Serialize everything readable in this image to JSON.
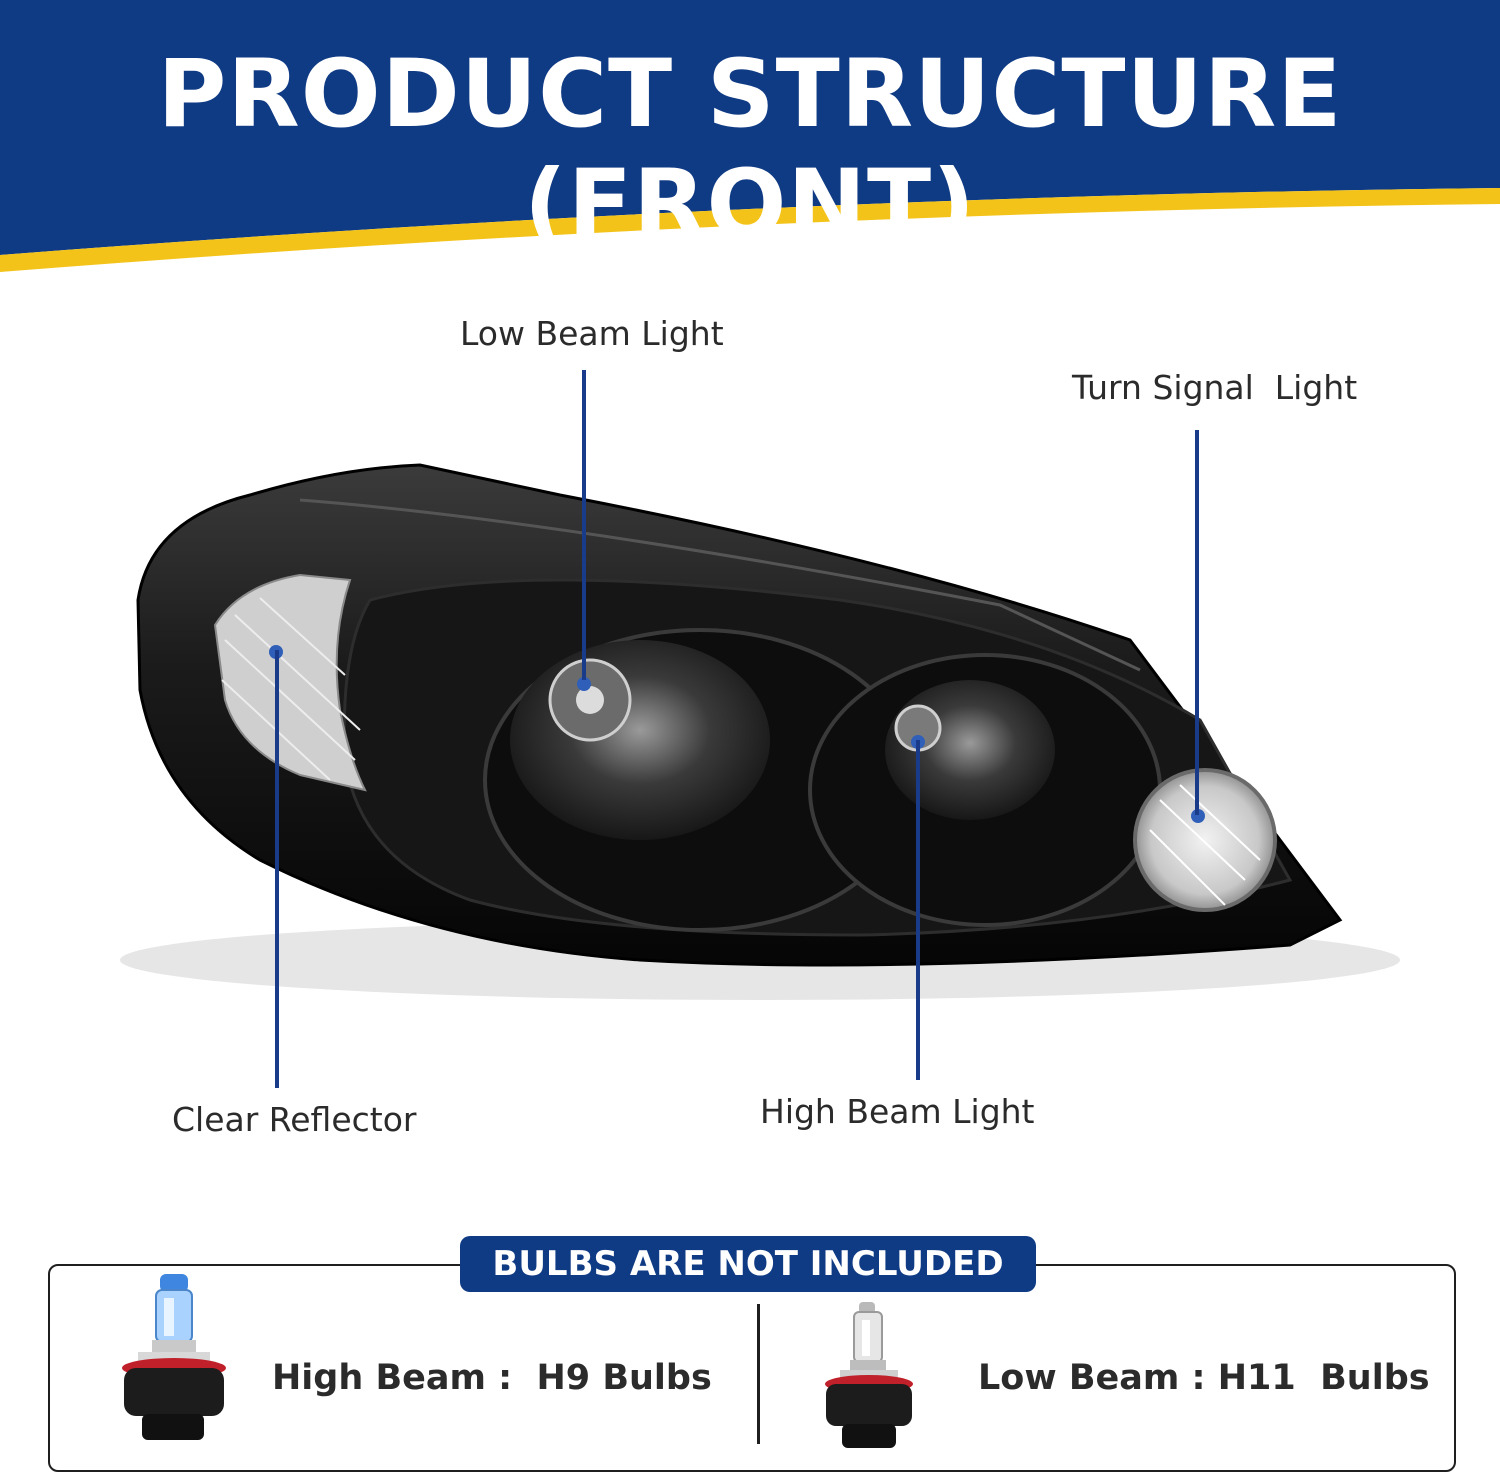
{
  "header": {
    "title": "PRODUCT STRUCTURE (FRONT)",
    "colors": {
      "navy": "#0f3a84",
      "gold": "#f3c319"
    }
  },
  "callouts": {
    "low_beam": "Low Beam Light",
    "turn_signal": "Turn Signal  Light",
    "clear_reflector": "Clear Reflector",
    "high_beam": "High Beam Light"
  },
  "bulbs": {
    "badge": "BULBS ARE NOT INCLUDED",
    "high_beam": "High Beam :  H9 Bulbs",
    "low_beam": "Low Beam : H11  Bulbs"
  }
}
